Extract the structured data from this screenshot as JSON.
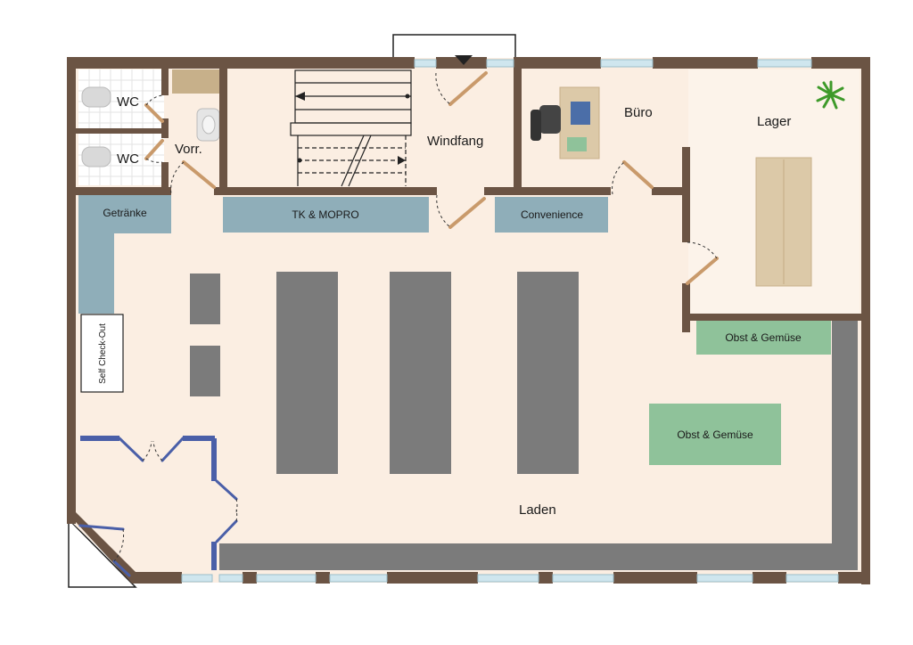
{
  "rooms": {
    "wc1": "WC",
    "wc2": "WC",
    "vorraum": "Vorr.",
    "windfang": "Windfang",
    "buero": "Büro",
    "lager": "Lager",
    "laden": "Laden"
  },
  "zones": {
    "getraenke": "Getränke",
    "tk_mopro": "TK & MOPRO",
    "convenience": "Convenience",
    "obst_gemuese_1": "Obst & Gemüse",
    "obst_gemuese_2": "Obst & Gemüse",
    "self_checkout": "Self Check-Out"
  },
  "colors": {
    "wall": "#6b5444",
    "floor": "#fbeee2",
    "zone_blue": "#8faeb9",
    "zone_green": "#8fc29a",
    "shelf": "#7b7b7b",
    "window": "#cfe6ee",
    "glass_door": "#4a5fa8",
    "door": "#c99a6b"
  }
}
